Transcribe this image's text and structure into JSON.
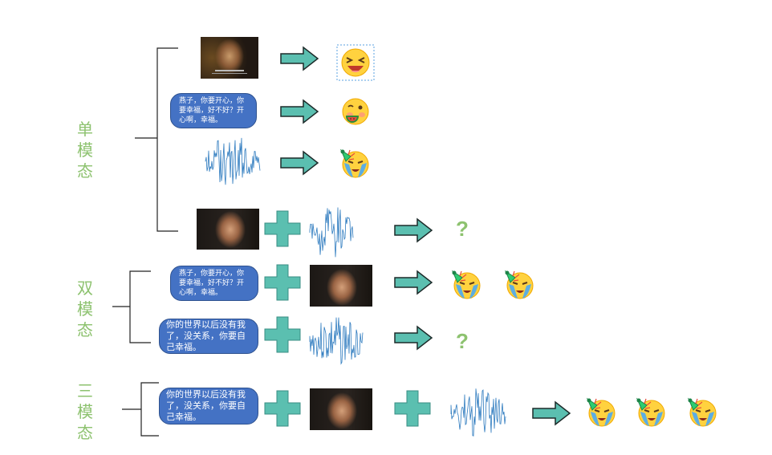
{
  "sections": {
    "unimodal": {
      "label": [
        "单",
        "模",
        "态"
      ]
    },
    "bimodal": {
      "label": [
        "双",
        "模",
        "态"
      ]
    },
    "trimodal": {
      "label": [
        "三",
        "模",
        "态"
      ]
    }
  },
  "texts": {
    "text_a": "燕子，你要开心，你要幸福，好不好？开心啊，幸福。",
    "text_b": "你的世界以后没有我了，没关系，你要自己幸福。"
  },
  "unknown_result": "?",
  "emoji_icons": [
    "laughing-emoji-icon",
    "watermelon-emoji-icon",
    "crying-party-emoji-icon"
  ],
  "colors": {
    "label_green": "#8dc26f",
    "arrow_teal": "#5bbfb0",
    "bubble_blue": "#4472c4",
    "waveform_blue": "#2e7bbf"
  }
}
